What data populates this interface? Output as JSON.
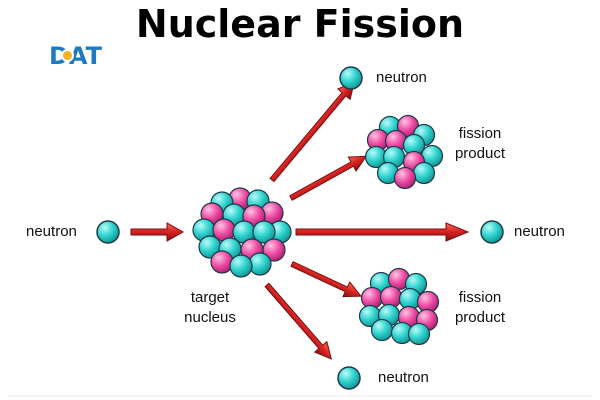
{
  "title": "Nuclear Fission",
  "logo": {
    "text": "DAT",
    "color": "#1f7ac4",
    "accent": "#f5b223"
  },
  "labels": {
    "incoming_neutron": "neutron",
    "target_nucleus": "target nucleus",
    "neutron_top": "neutron",
    "fission_product_top": "fission product",
    "neutron_right": "neutron",
    "fission_product_bottom": "fission product",
    "neutron_bottom": "neutron"
  },
  "colors": {
    "proton": "#ef4fa6",
    "neutron": "#2fd3cf",
    "outline": "#1e3a4a",
    "arrow": "#d42020"
  }
}
